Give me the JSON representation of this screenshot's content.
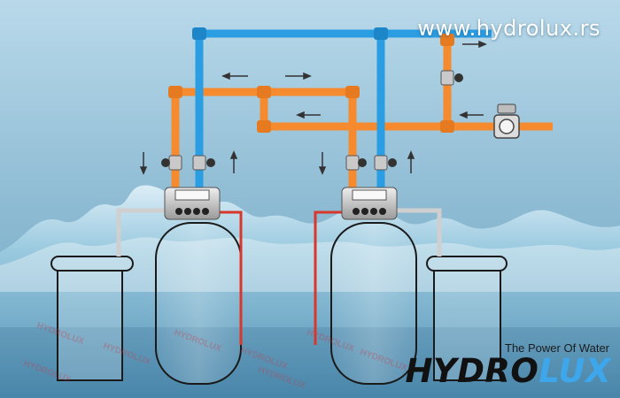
{
  "site_url": "www.hydrolux.rs",
  "tagline": "The Power Of Water",
  "brand": {
    "part1": "HYDRO",
    "part2": "LUX"
  },
  "watermark_text": "HYDROLUX",
  "colors": {
    "hot_pipe": "#f58a2e",
    "cold_pipe": "#2a9de3",
    "red_line": "#d8372c",
    "background": "#8fbcd4",
    "accent": "#3ea6ea"
  },
  "icons": [
    "flow-arrow-icon",
    "valve-icon",
    "control-head-icon",
    "water-meter-icon"
  ]
}
